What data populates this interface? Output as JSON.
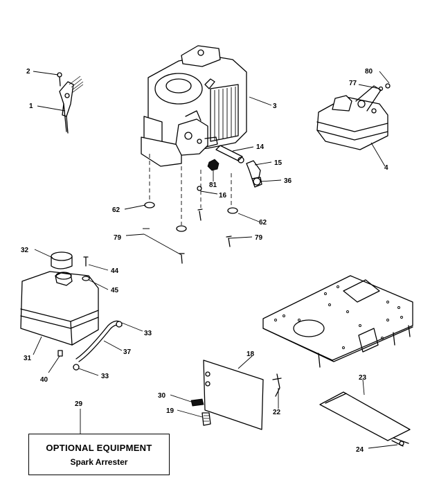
{
  "callouts": {
    "n1": "1",
    "n2": "2",
    "n3": "3",
    "n4": "4",
    "n14": "14",
    "n15": "15",
    "n16": "16",
    "n18": "18",
    "n19": "19",
    "n22": "22",
    "n23": "23",
    "n24": "24",
    "n29": "29",
    "n30": "30",
    "n31": "31",
    "n32": "32",
    "n33a": "33",
    "n33b": "33",
    "n36": "36",
    "n37": "37",
    "n40": "40",
    "n44": "44",
    "n45": "45",
    "n62a": "62",
    "n62b": "62",
    "n77": "77",
    "n79a": "79",
    "n79b": "79",
    "n80": "80",
    "n81": "81"
  },
  "optional_equipment": {
    "title": "OPTIONAL EQUIPMENT",
    "item": "Spark Arrester"
  }
}
